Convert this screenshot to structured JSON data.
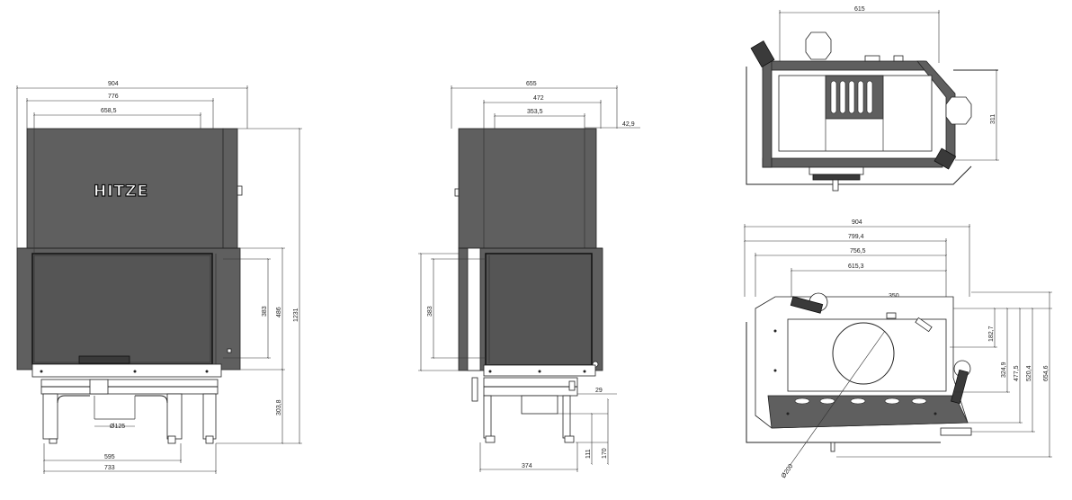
{
  "brand": {
    "logo_text": "HITZE"
  },
  "front_view": {
    "dims": {
      "overall_width": "904",
      "width_776": "776",
      "width_658": "658,5",
      "height_1231": "1231",
      "height_486": "486",
      "height_383": "383",
      "height_303": "303,8",
      "flue_diameter": "Ø125",
      "base_595": "595",
      "base_733": "733"
    }
  },
  "side_view": {
    "dims": {
      "overall_width": "655",
      "width_472": "472",
      "width_353": "353,5",
      "offset_42": "42,9",
      "height_383": "383",
      "offset_29": "29",
      "height_111": "111",
      "height_170": "170",
      "base_374": "374"
    }
  },
  "top_view": {
    "dims": {
      "width_615": "615",
      "depth_311": "311"
    }
  },
  "plan_view": {
    "dims": {
      "w904": "904",
      "w799": "799,4",
      "w756": "756,5",
      "w615": "615,3",
      "w350": "350",
      "h182": "182,7",
      "h324": "324,9",
      "h477": "477,5",
      "h520": "520,4",
      "h654": "654,6",
      "diameter": "Ø200"
    }
  },
  "colors": {
    "line": "#222222",
    "fill_gray": "#5f5f5f",
    "glass": "#555555",
    "background": "#ffffff"
  }
}
